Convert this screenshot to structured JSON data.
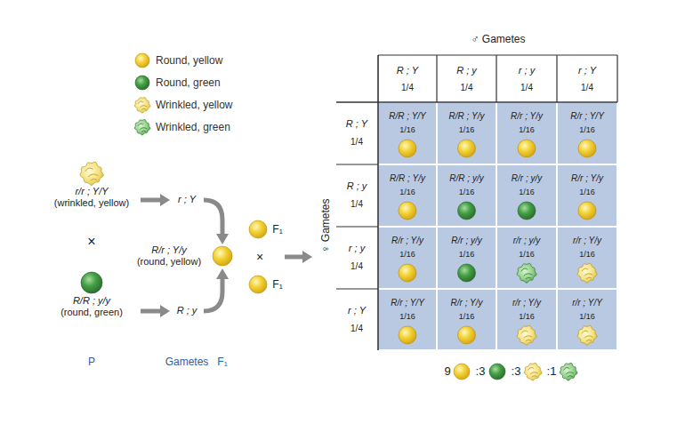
{
  "diagram": {
    "labels": [
      "r/r ; Y/Y",
      "(wrinkled, yellow)",
      "×",
      "R/R ; y/y",
      "(round, green)",
      "r ; Y",
      "R ; y",
      "R/r ; Y/y",
      "(round, yellow)",
      "F₁",
      "×",
      "F₁",
      "P",
      "Gametes",
      "F₁",
      "♂ Gametes",
      "R ; Y",
      "1/4",
      "R ; y",
      "1/4",
      "r ; y",
      "1/4",
      "r ; Y",
      "1/4",
      "♀ Gametes",
      "R ; Y",
      "1/4",
      "R/R ; Y/Y",
      "1/16",
      "R/R ; Y/y",
      "1/16",
      "R/r ; Y/y",
      "1/16",
      "R/r ; Y/Y",
      "1/16",
      "R ; y",
      "1/4",
      "R/R ; Y/y",
      "1/16",
      "R/R ; y/y",
      "1/16",
      "R/r ; y/y",
      "1/16",
      "R/r ; Y/y",
      "1/16",
      "r ; y",
      "1/4",
      "R/r ; Y/y",
      "1/16",
      "R/r ; y/y",
      "1/16",
      "r/r ; y/y",
      "1/16",
      "r/r ; Y/y",
      "1/16",
      "r ; Y",
      "1/4",
      "R/r ; Y/Y",
      "1/16",
      "R/r ; Y/y",
      "1/16",
      "r/r ; Y/y",
      "1/16",
      "r/r ; Y/Y",
      "1/16",
      "9",
      ":3",
      ":3",
      ":1"
    ],
    "legend": [
      {
        "text": "Round, yellow"
      },
      {
        "text": "Round, green"
      },
      {
        "text": "Wrinkled, yellow"
      },
      {
        "text": "Wrinkled, green"
      }
    ]
  }
}
